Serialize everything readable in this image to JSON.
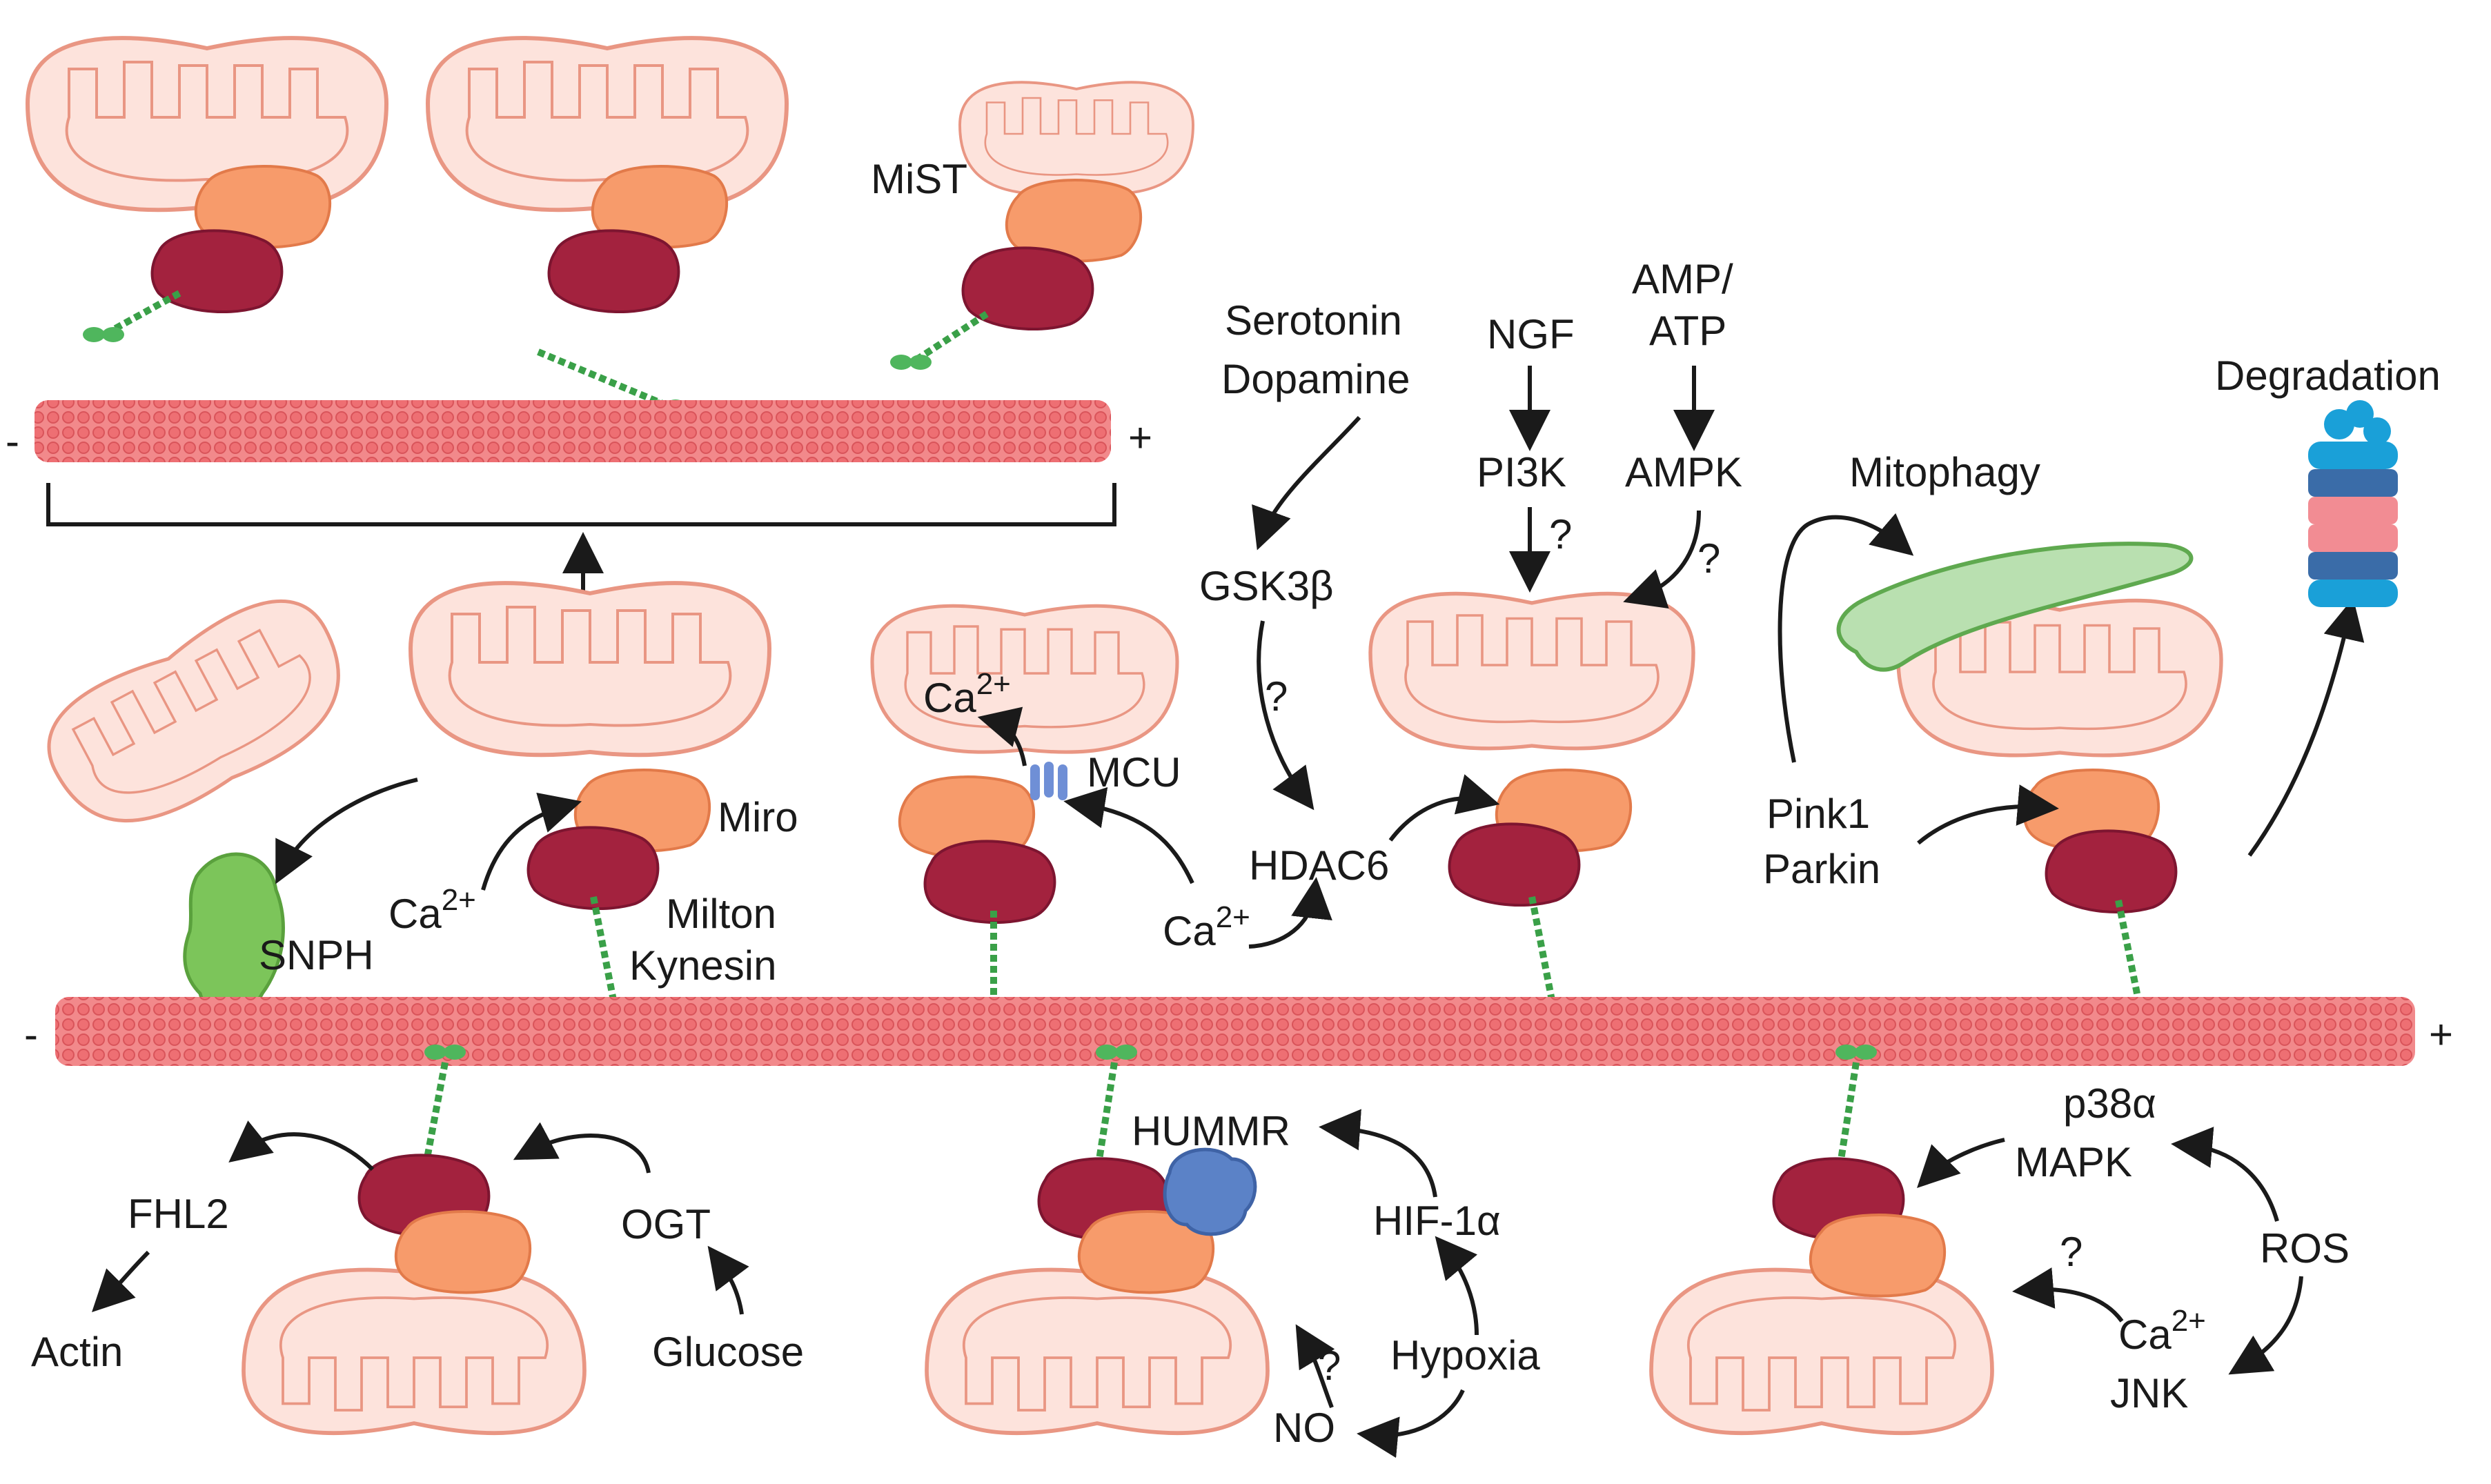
{
  "labels": {
    "mist": "MiST",
    "serotonin": "Serotonin",
    "dopamine": "Dopamine",
    "ngf": "NGF",
    "amp_atp_1": "AMP/",
    "amp_atp_2": "ATP",
    "degradation": "Degradation",
    "pi3k": "PI3K",
    "ampk": "AMPK",
    "mitophagy": "Mitophagy",
    "gsk3b": "GSK3β",
    "q1": "?",
    "q2": "?",
    "q3": "?",
    "q4": "?",
    "q5": "?",
    "ca_mcu": "Ca",
    "ca_mcu_sup": "2+",
    "mcu": "MCU",
    "miro": "Miro",
    "ca_left": "Ca",
    "ca_left_sup": "2+",
    "milton": "Milton",
    "kynesin": "Kynesin",
    "snph": "SNPH",
    "hdac6": "HDAC6",
    "ca_mid": "Ca",
    "ca_mid_sup": "2+",
    "pink1": "Pink1",
    "parkin": "Parkin",
    "minus_top": "-",
    "plus_top": "+",
    "minus_mid": "-",
    "plus_mid": "+",
    "hummr": "HUMMR",
    "fhl2": "FHL2",
    "ogt": "OGT",
    "hif1a": "HIF-1α",
    "actin": "Actin",
    "glucose": "Glucose",
    "hypoxia": "Hypoxia",
    "no": "NO",
    "p38a": "p38α",
    "mapk": "MAPK",
    "ros": "ROS",
    "ca_right": "Ca",
    "ca_right_sup": "2+",
    "jnk": "JNK"
  },
  "colors": {
    "mitochondrion": "#fde3dc",
    "mitochondrion_outline": "#e99683",
    "miro": "#f79b6b",
    "milton": "#a3223e",
    "kinesin": "#3aa048",
    "microtubule": "#f2898b",
    "snph": "#7cc55a",
    "mcu": "#6f8fd6",
    "hummr": "#5b82c7",
    "autophagosome": "#b9e0b0",
    "proteasome_blue": "#1aa0d8",
    "proteasome_pink": "#f28c93"
  }
}
